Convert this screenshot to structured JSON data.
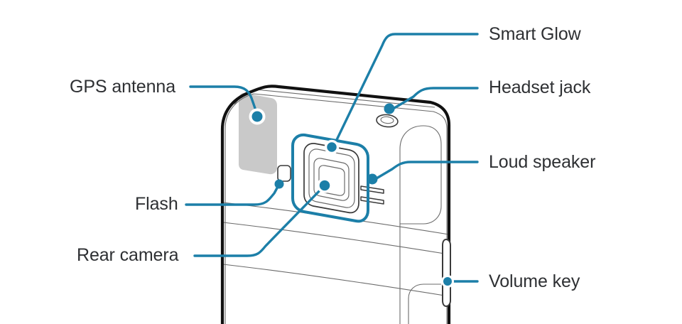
{
  "diagram": {
    "subject": "Phone rear view",
    "background_color": "#ffffff",
    "accent_color": "#1c7fa8",
    "text_color": "#2e3033",
    "outline_color": "#1a1a1a",
    "detail_line_color": "#6b6b6b",
    "shade_color": "#c9c9c9"
  },
  "callouts": {
    "gps_antenna": {
      "label": "GPS antenna",
      "side": "left"
    },
    "flash": {
      "label": "Flash",
      "side": "left"
    },
    "rear_camera": {
      "label": "Rear camera",
      "side": "left"
    },
    "smart_glow": {
      "label": "Smart Glow",
      "side": "right"
    },
    "headset_jack": {
      "label": "Headset jack",
      "side": "right"
    },
    "loud_speaker": {
      "label": "Loud speaker",
      "side": "right"
    },
    "volume_key": {
      "label": "Volume key",
      "side": "right"
    }
  }
}
